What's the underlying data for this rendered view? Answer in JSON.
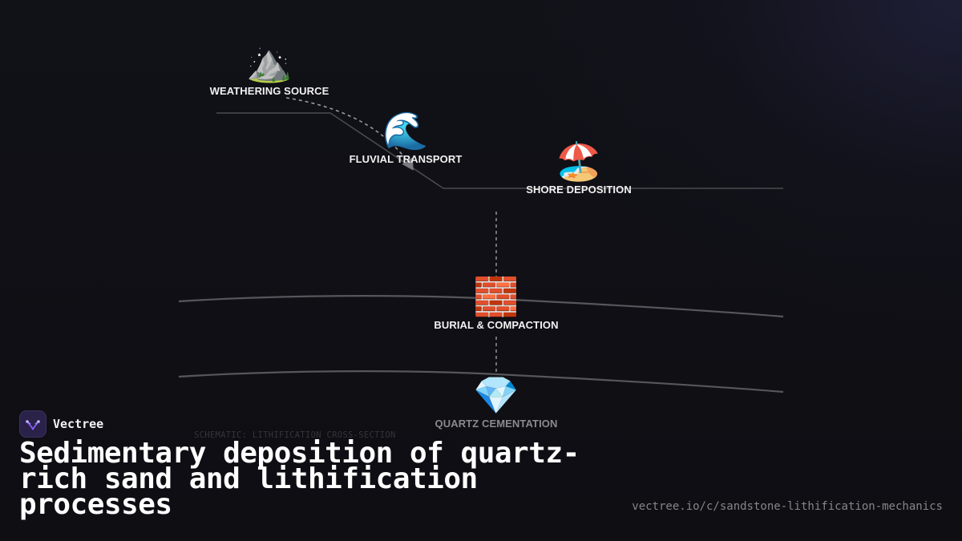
{
  "diagram": {
    "nodes": [
      {
        "id": "weathering",
        "icon": "mountain-icon",
        "glyph": "⛰️",
        "label": "WEATHERING SOURCE"
      },
      {
        "id": "fluvial",
        "icon": "wave-icon",
        "glyph": "🌊",
        "label": "FLUVIAL TRANSPORT"
      },
      {
        "id": "shore",
        "icon": "beach-umbrella-icon",
        "glyph": "🏖️",
        "label": "SHORE DEPOSITION"
      },
      {
        "id": "burial",
        "icon": "brick-icon",
        "glyph": "🧱",
        "label": "BURIAL & COMPACTION"
      },
      {
        "id": "cementation",
        "icon": "gem-icon",
        "glyph": "💎",
        "label": "QUARTZ CEMENTATION"
      }
    ],
    "caption": "SCHEMATIC: LITHIFICATION CROSS-SECTION"
  },
  "brand": {
    "name": "Vectree",
    "logo_icon": "vectree-logo-icon",
    "accent": "#8b5cf6"
  },
  "title": "Sedimentary deposition of quartz-rich sand and lithification processes",
  "url": "vectree.io/c/sandstone-lithification-mechanics",
  "colors": {
    "background": "#0f0f14",
    "text": "#ffffff",
    "muted": "#85858c",
    "line": "#4a4a4f"
  }
}
